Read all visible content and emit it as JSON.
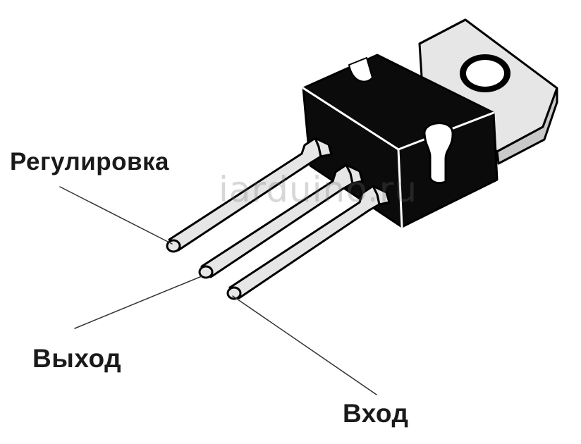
{
  "labels": {
    "adjust": "Регулировка",
    "output": "Выход",
    "input": "Вход"
  },
  "watermark": "iarduino.ru",
  "colors": {
    "body": "#0b0b0b",
    "metal": "#e6e6e6",
    "outline": "#000000",
    "label": "#1a1a1a"
  }
}
